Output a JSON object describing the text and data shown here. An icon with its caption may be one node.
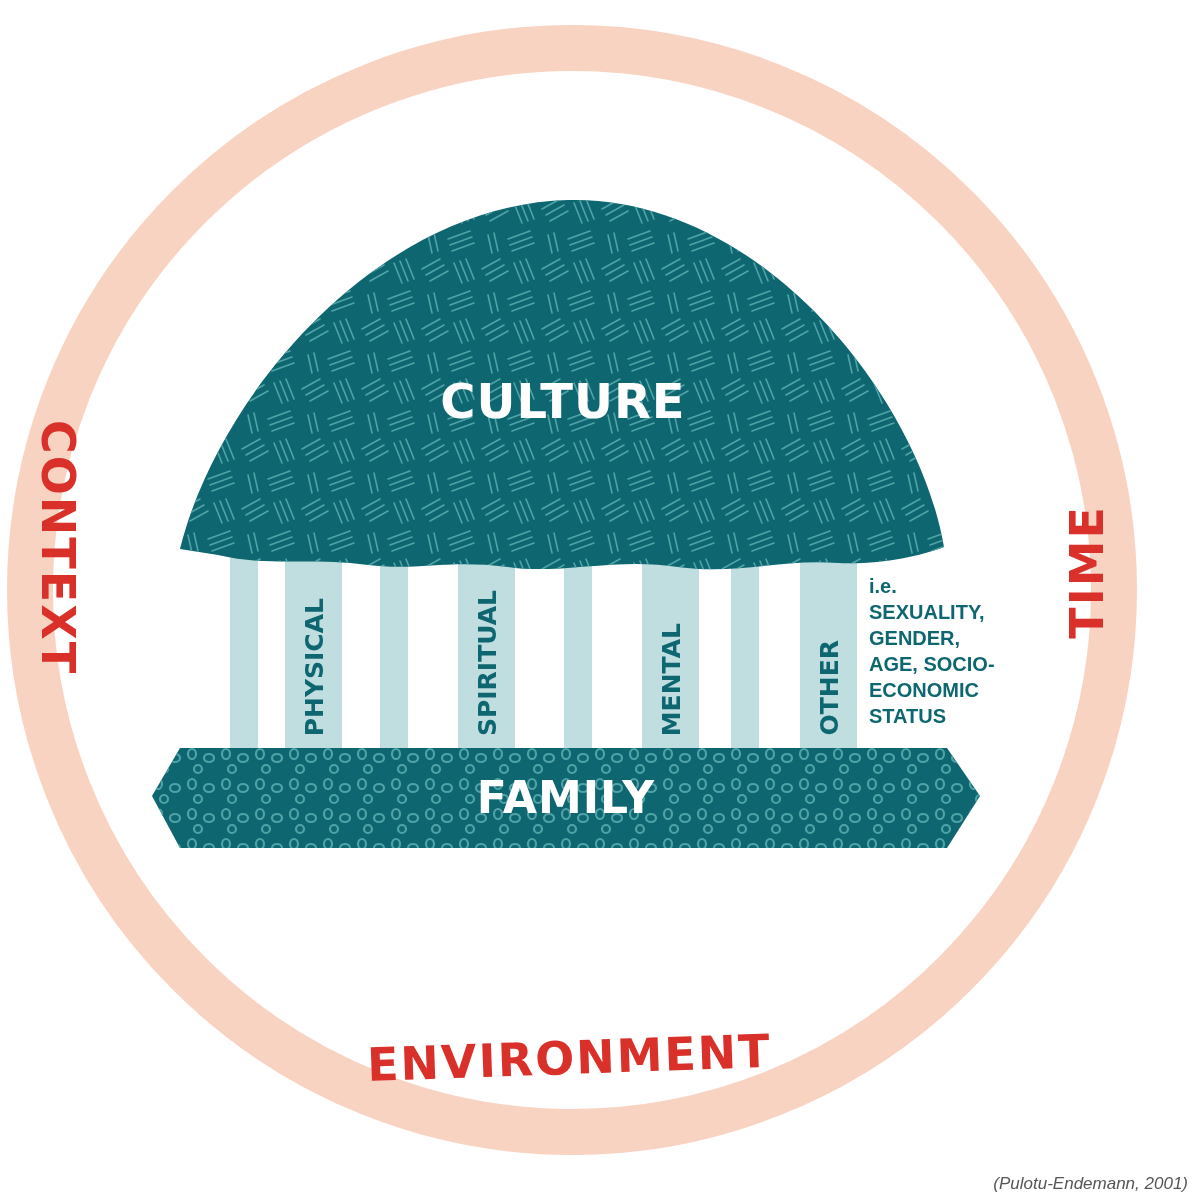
{
  "diagram": {
    "caption": "(Pulotu-Endemann, 2001)",
    "nodes": [
      {
        "text": [
          "CONTEXT",
          "TIME",
          "ENVIRONMENT"
        ]
      },
      {
        "text": [
          "CULTURE"
        ],
        "in": 0
      },
      {
        "text": [],
        "shape": "bar",
        "in": 0
      },
      {
        "text": [
          "PHYSICAL"
        ],
        "in": 0
      },
      {
        "text": [],
        "shape": "bar",
        "in": 0
      },
      {
        "text": [
          "SPIRITUAL"
        ],
        "in": 0
      },
      {
        "text": [],
        "shape": "bar",
        "in": 0
      },
      {
        "text": [
          "MENTAL"
        ],
        "in": 0
      },
      {
        "text": [],
        "shape": "bar",
        "in": 0
      },
      {
        "text": [
          "OTHER"
        ],
        "beside": [
          "i.e. SEXUALITY, GENDER, AGE, SOCIO-ECONOMIC STATUS"
        ],
        "in": 0
      },
      {
        "text": [
          "FAMILY"
        ],
        "in": 0
      }
    ]
  }
}
